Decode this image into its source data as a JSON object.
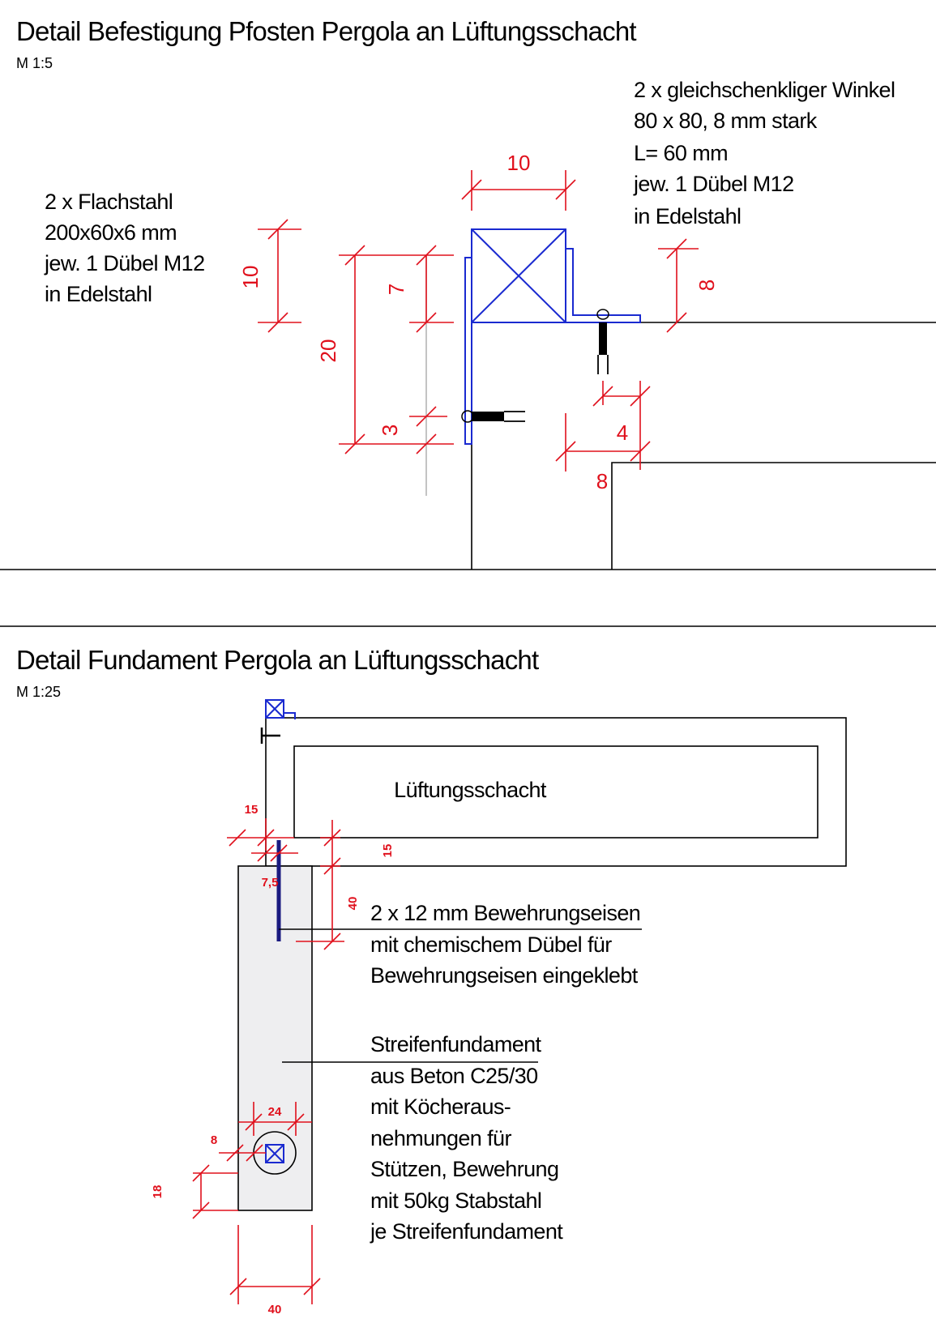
{
  "detail1": {
    "title": "Detail Befestigung Pfosten Pergola an Lüftungsschacht",
    "scale": "M 1:5",
    "note_left": [
      "2 x Flachstahl",
      "200x60x6 mm",
      "jew. 1 Dübel M12",
      "in Edelstahl"
    ],
    "note_right": [
      "2 x gleichschenkliger Winkel",
      "80 x 80, 8 mm stark",
      "L= 60 mm",
      "jew. 1 Dübel M12",
      "in Edelstahl"
    ],
    "dims": {
      "top": "10",
      "left_height": "10",
      "overall": "20",
      "upper": "7",
      "lower": "3",
      "right_height": "8",
      "offset": "4",
      "step": "8"
    }
  },
  "detail2": {
    "title": "Detail Fundament Pergola an Lüftungsschacht",
    "scale": "M 1:25",
    "shaft_label": "Lüftungsschacht",
    "note_rebar": [
      "2 x 12 mm Bewehrungseisen",
      "mit chemischem Dübel für",
      "Bewehrungseisen eingeklebt"
    ],
    "note_foundation": [
      "Streifenfundament",
      "aus Beton C25/30",
      "mit Köcheraus-",
      "nehmungen für",
      "Stützen, Bewehrung",
      "mit 50kg Stabstahl",
      "je Streifenfundament"
    ],
    "dims": {
      "wall_left": "15",
      "wall_right": "15",
      "edge": "7,5",
      "rebar_depth": "40",
      "socket": "24",
      "socket_offset": "8",
      "socket_height": "18",
      "width": "40"
    }
  },
  "colors": {
    "dimension": "#e0101c",
    "steel": "#1a2ad0",
    "concrete": "#eeeef0",
    "line": "#000000"
  }
}
